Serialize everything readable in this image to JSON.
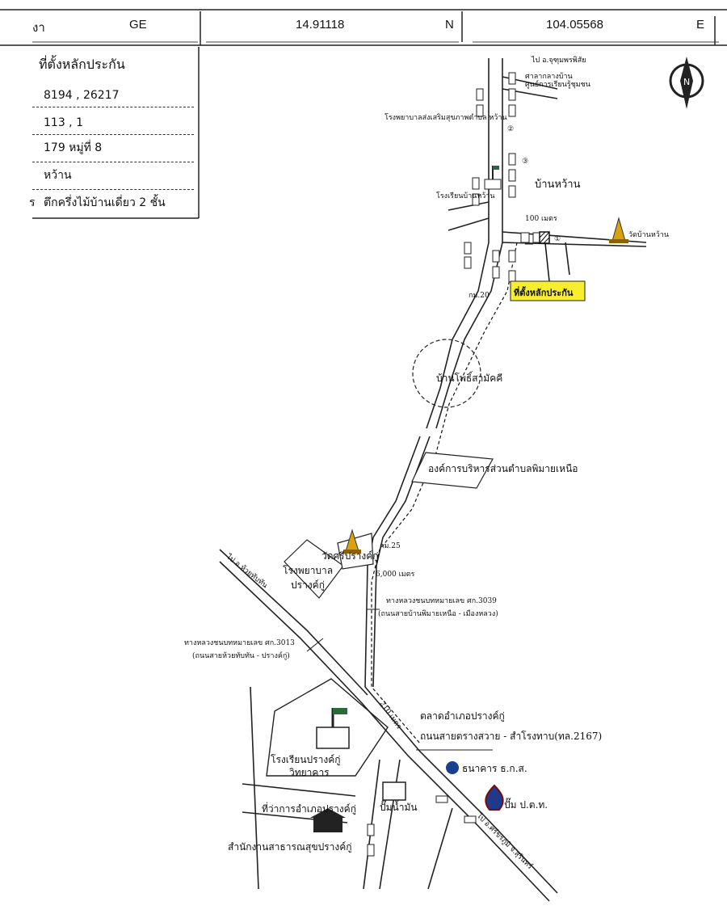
{
  "header": {
    "prefix": "งา",
    "grid": "GE",
    "lat": "14.91118",
    "lat_dir": "N",
    "lon": "104.05568",
    "lon_dir": "E"
  },
  "info": {
    "title": "ที่ตั้งหลักประกัน",
    "deeds": "8194 , 26217",
    "parcels": "113 , 1",
    "address": "179 หมู่ที่ 8",
    "village": "หว้าน",
    "type_prefix": "ร",
    "building": "ตึกครึ่งไม้บ้านเดี่ยว 2 ชั้น"
  },
  "compass": {
    "letter": "N"
  },
  "labels": {
    "to_chumphon": "ไป อ.จุฑุมพรพิสัย",
    "sala": "ศาลากลางบ้าน",
    "school_center": "ศูนย์การเรียนรู้ชุมชน",
    "hospital_wan": "โรงพยาบาลส่งเสริมสุขภาพตำบล หว้าน",
    "ban_wan": "บ้านหว้าน",
    "school_wan": "โรงเรียนบ้านหว้าน",
    "dist_100": "100 เมตร",
    "wat_wan": "วัดบ้านหว้าน",
    "collateral": "ที่ตั้งหลักประกัน",
    "km20": "กม.20",
    "ban_pho": "บ้านโพธิ์สามัคคี",
    "obt": "องค์การบริหารส่วนตำบลพิมายเหนือ",
    "km25": "กม.25",
    "wat_sri": "วัดศรีปรางค์กู่",
    "hospital_prang": "โรงพยาบาล",
    "hospital_prang2": "ปรางค์กู่",
    "dist_6000": "6,000 เมตร",
    "road3039": "ทางหลวงชนบทหมายเลข ศก.3039",
    "road3039_sub": "(ถนนสายบ้านพิมายเหนือ - เมืองหลวง)",
    "to_huaythap": "ไป อ.ห้วยทับทัน",
    "road3013": "ทางหลวงชนบทหมายเลข ศก.3013",
    "road3013_sub": "(ถนนสายห้วยทับทัน - ปรางค์กู่)",
    "dist_210": "210 เมตร",
    "market": "ตลาดอำเภอปรางค์กู่",
    "road2167": "ถนนสายตรางสวาย - สำโรงทาบ(ทล.2167)",
    "school_prang": "โรงเรียนปรางค์กู่",
    "school_prang2": "วิทยาคาร",
    "bank": "ธนาคาร ธ.ก.ส.",
    "water": "ปั๊มน้ำมัน",
    "ptt": "ปั๊ม ป.ต.ท.",
    "district_office": "ที่ว่าการอำเภอปรางค์กู่",
    "health_office": "สำนักงานสาธารณสุขปรางค์กู่",
    "to_sikhoraphum": "ไป อ.ศรีขรภูมิ จ.สุรินทร์",
    "mark1": "①",
    "mark2": "②",
    "mark3": "③"
  }
}
